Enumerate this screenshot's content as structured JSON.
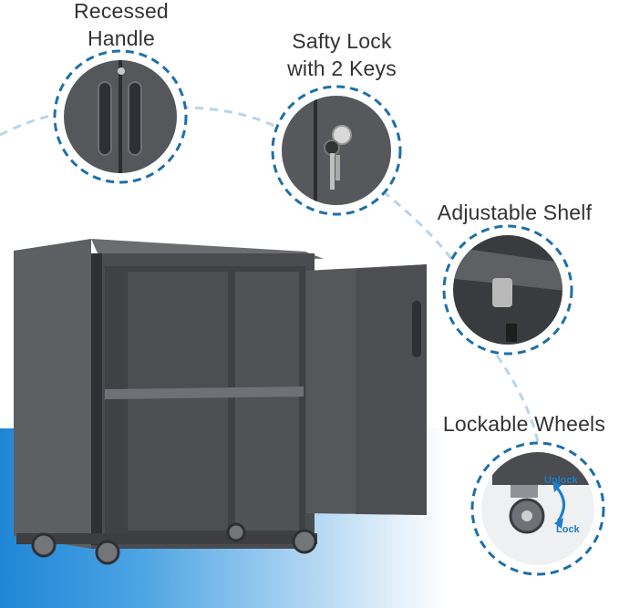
{
  "labels": {
    "handle_line1": "Recessed",
    "handle_line2": "Handle",
    "lock_line1": "Safty Lock",
    "lock_line2": "with 2 Keys",
    "shelf": "Adjustable Shelf",
    "wheels": "Lockable Wheels",
    "unlock": "Unlock",
    "lock": "Lock"
  },
  "colors": {
    "accent": "#1f86d6",
    "cabinet": "#4a4c50",
    "cabinet_dark": "#2f3033",
    "dash": "#1d6fa8"
  }
}
